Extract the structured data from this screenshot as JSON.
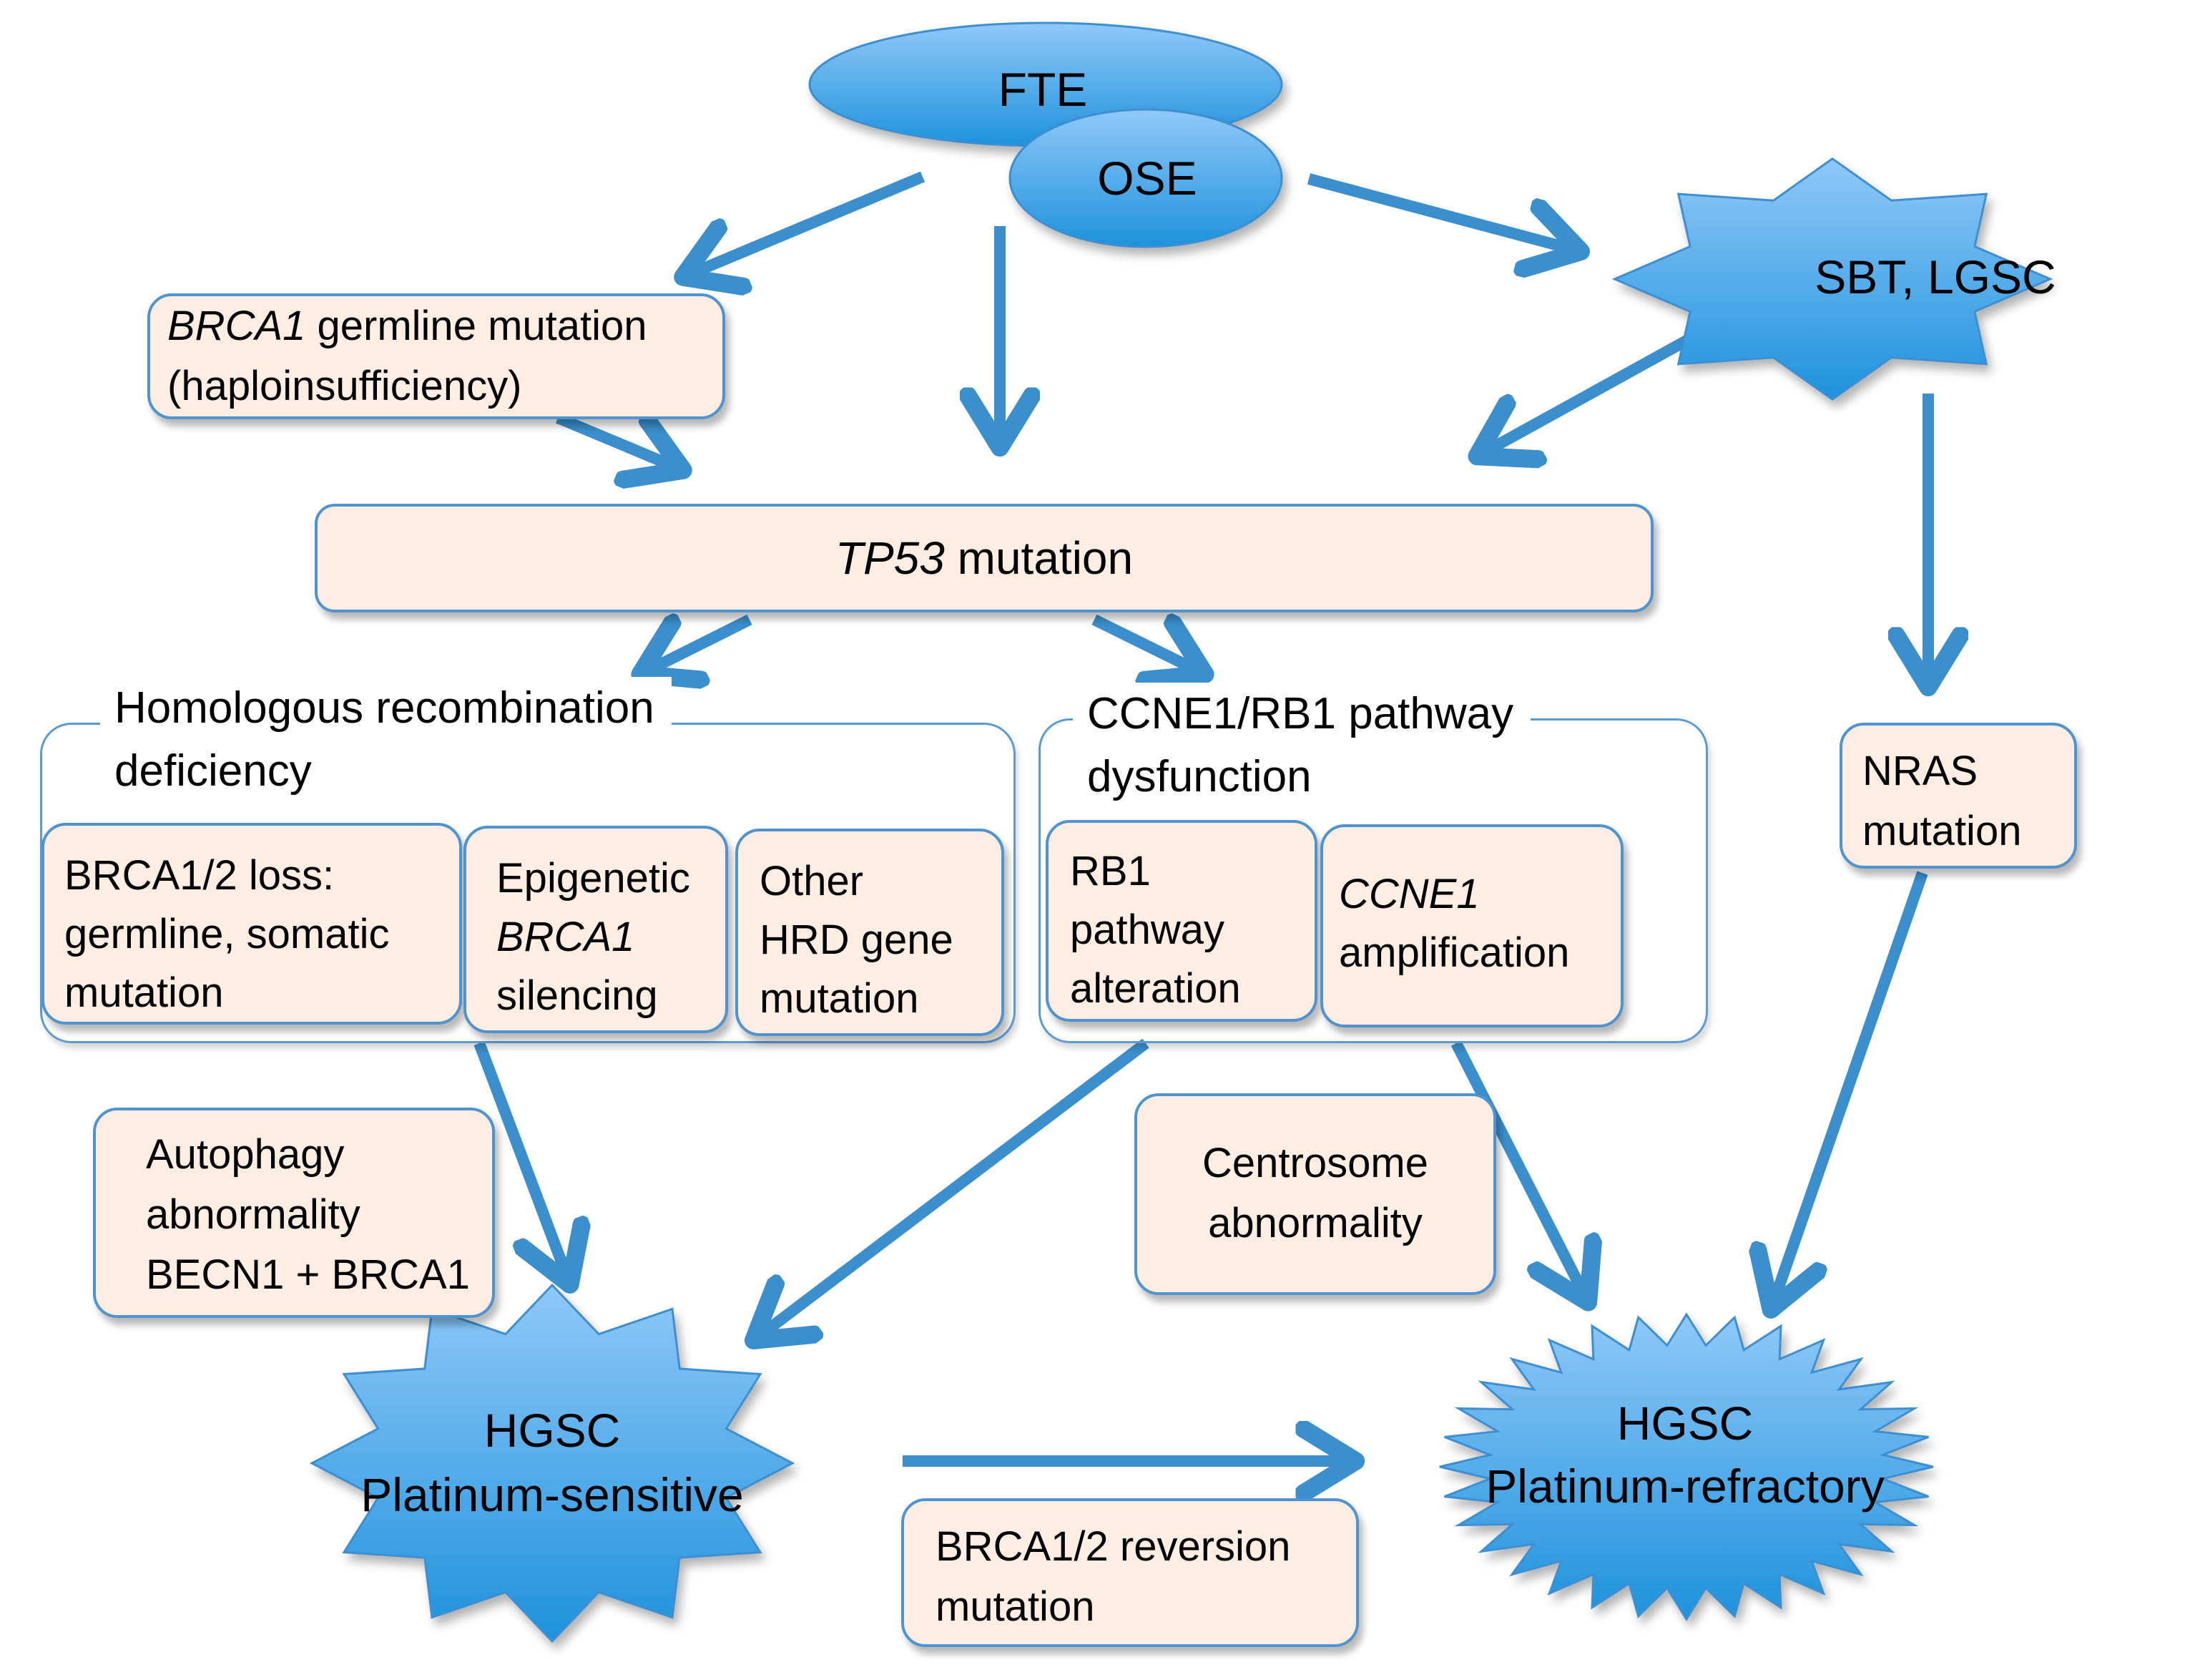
{
  "diagram": {
    "nodes": {
      "fte": {
        "label": "FTE"
      },
      "ose": {
        "label": "OSE"
      },
      "sbt_lgsc": {
        "label": "SBT, LGSC"
      },
      "brca1_germline": {
        "label_italic": "BRCA1",
        "label_rest": " germline mutation",
        "line2": "(haploinsufficiency)"
      },
      "tp53": {
        "label_italic": "TP53",
        "label_rest": " mutation"
      },
      "hrd_group": {
        "line1": "Homologous recombination",
        "line2": "deficiency"
      },
      "brca_loss": {
        "line1": "BRCA1/2 loss:",
        "line2": "germline, somatic",
        "line3": "mutation"
      },
      "epigenetic": {
        "line1": "Epigenetic",
        "line2_italic": "BRCA1",
        "line3": "silencing"
      },
      "other_hrd": {
        "line1": "Other",
        "line2": "HRD gene",
        "line3": "mutation"
      },
      "ccne1_group": {
        "line1": "CCNE1/RB1 pathway",
        "line2": "dysfunction"
      },
      "rb1": {
        "line1": "RB1",
        "line2": "pathway",
        "line3": "alteration"
      },
      "ccne1_amp": {
        "line1_italic": "CCNE1",
        "line2": "amplification"
      },
      "nras": {
        "line1": "NRAS",
        "line2": "mutation"
      },
      "autophagy": {
        "line1": "Autophagy",
        "line2": "abnormality",
        "line3": "BECN1 + BRCA1"
      },
      "centrosome": {
        "line1": "Centrosome",
        "line2": "abnormality"
      },
      "hgsc_sensitive": {
        "line1": "HGSC",
        "line2": "Platinum-sensitive"
      },
      "hgsc_refractory": {
        "line1": "HGSC",
        "line2": "Platinum-refractory"
      },
      "reversion": {
        "line1": "BRCA1/2 reversion",
        "line2": "mutation"
      }
    },
    "edges": [
      {
        "from": "fte_ose",
        "to": "brca1_germline"
      },
      {
        "from": "fte_ose",
        "to": "tp53"
      },
      {
        "from": "fte_ose",
        "to": "sbt_lgsc"
      },
      {
        "from": "brca1_germline",
        "to": "tp53"
      },
      {
        "from": "sbt_lgsc",
        "to": "tp53"
      },
      {
        "from": "sbt_lgsc",
        "to": "nras"
      },
      {
        "from": "tp53",
        "to": "hrd_group"
      },
      {
        "from": "tp53",
        "to": "ccne1_group"
      },
      {
        "from": "hrd_group",
        "to": "hgsc_sensitive"
      },
      {
        "from": "ccne1_group",
        "to": "hgsc_sensitive"
      },
      {
        "from": "ccne1_group",
        "to": "hgsc_refractory"
      },
      {
        "from": "nras",
        "to": "hgsc_refractory"
      },
      {
        "from": "hgsc_sensitive",
        "to": "hgsc_refractory"
      }
    ],
    "colors": {
      "shape_fill_top": "#8cc6f7",
      "shape_fill_bottom": "#1f93dc",
      "arrow": "#3a8fcc",
      "box_fill": "#fdede2",
      "box_border": "#4f94d0"
    }
  }
}
